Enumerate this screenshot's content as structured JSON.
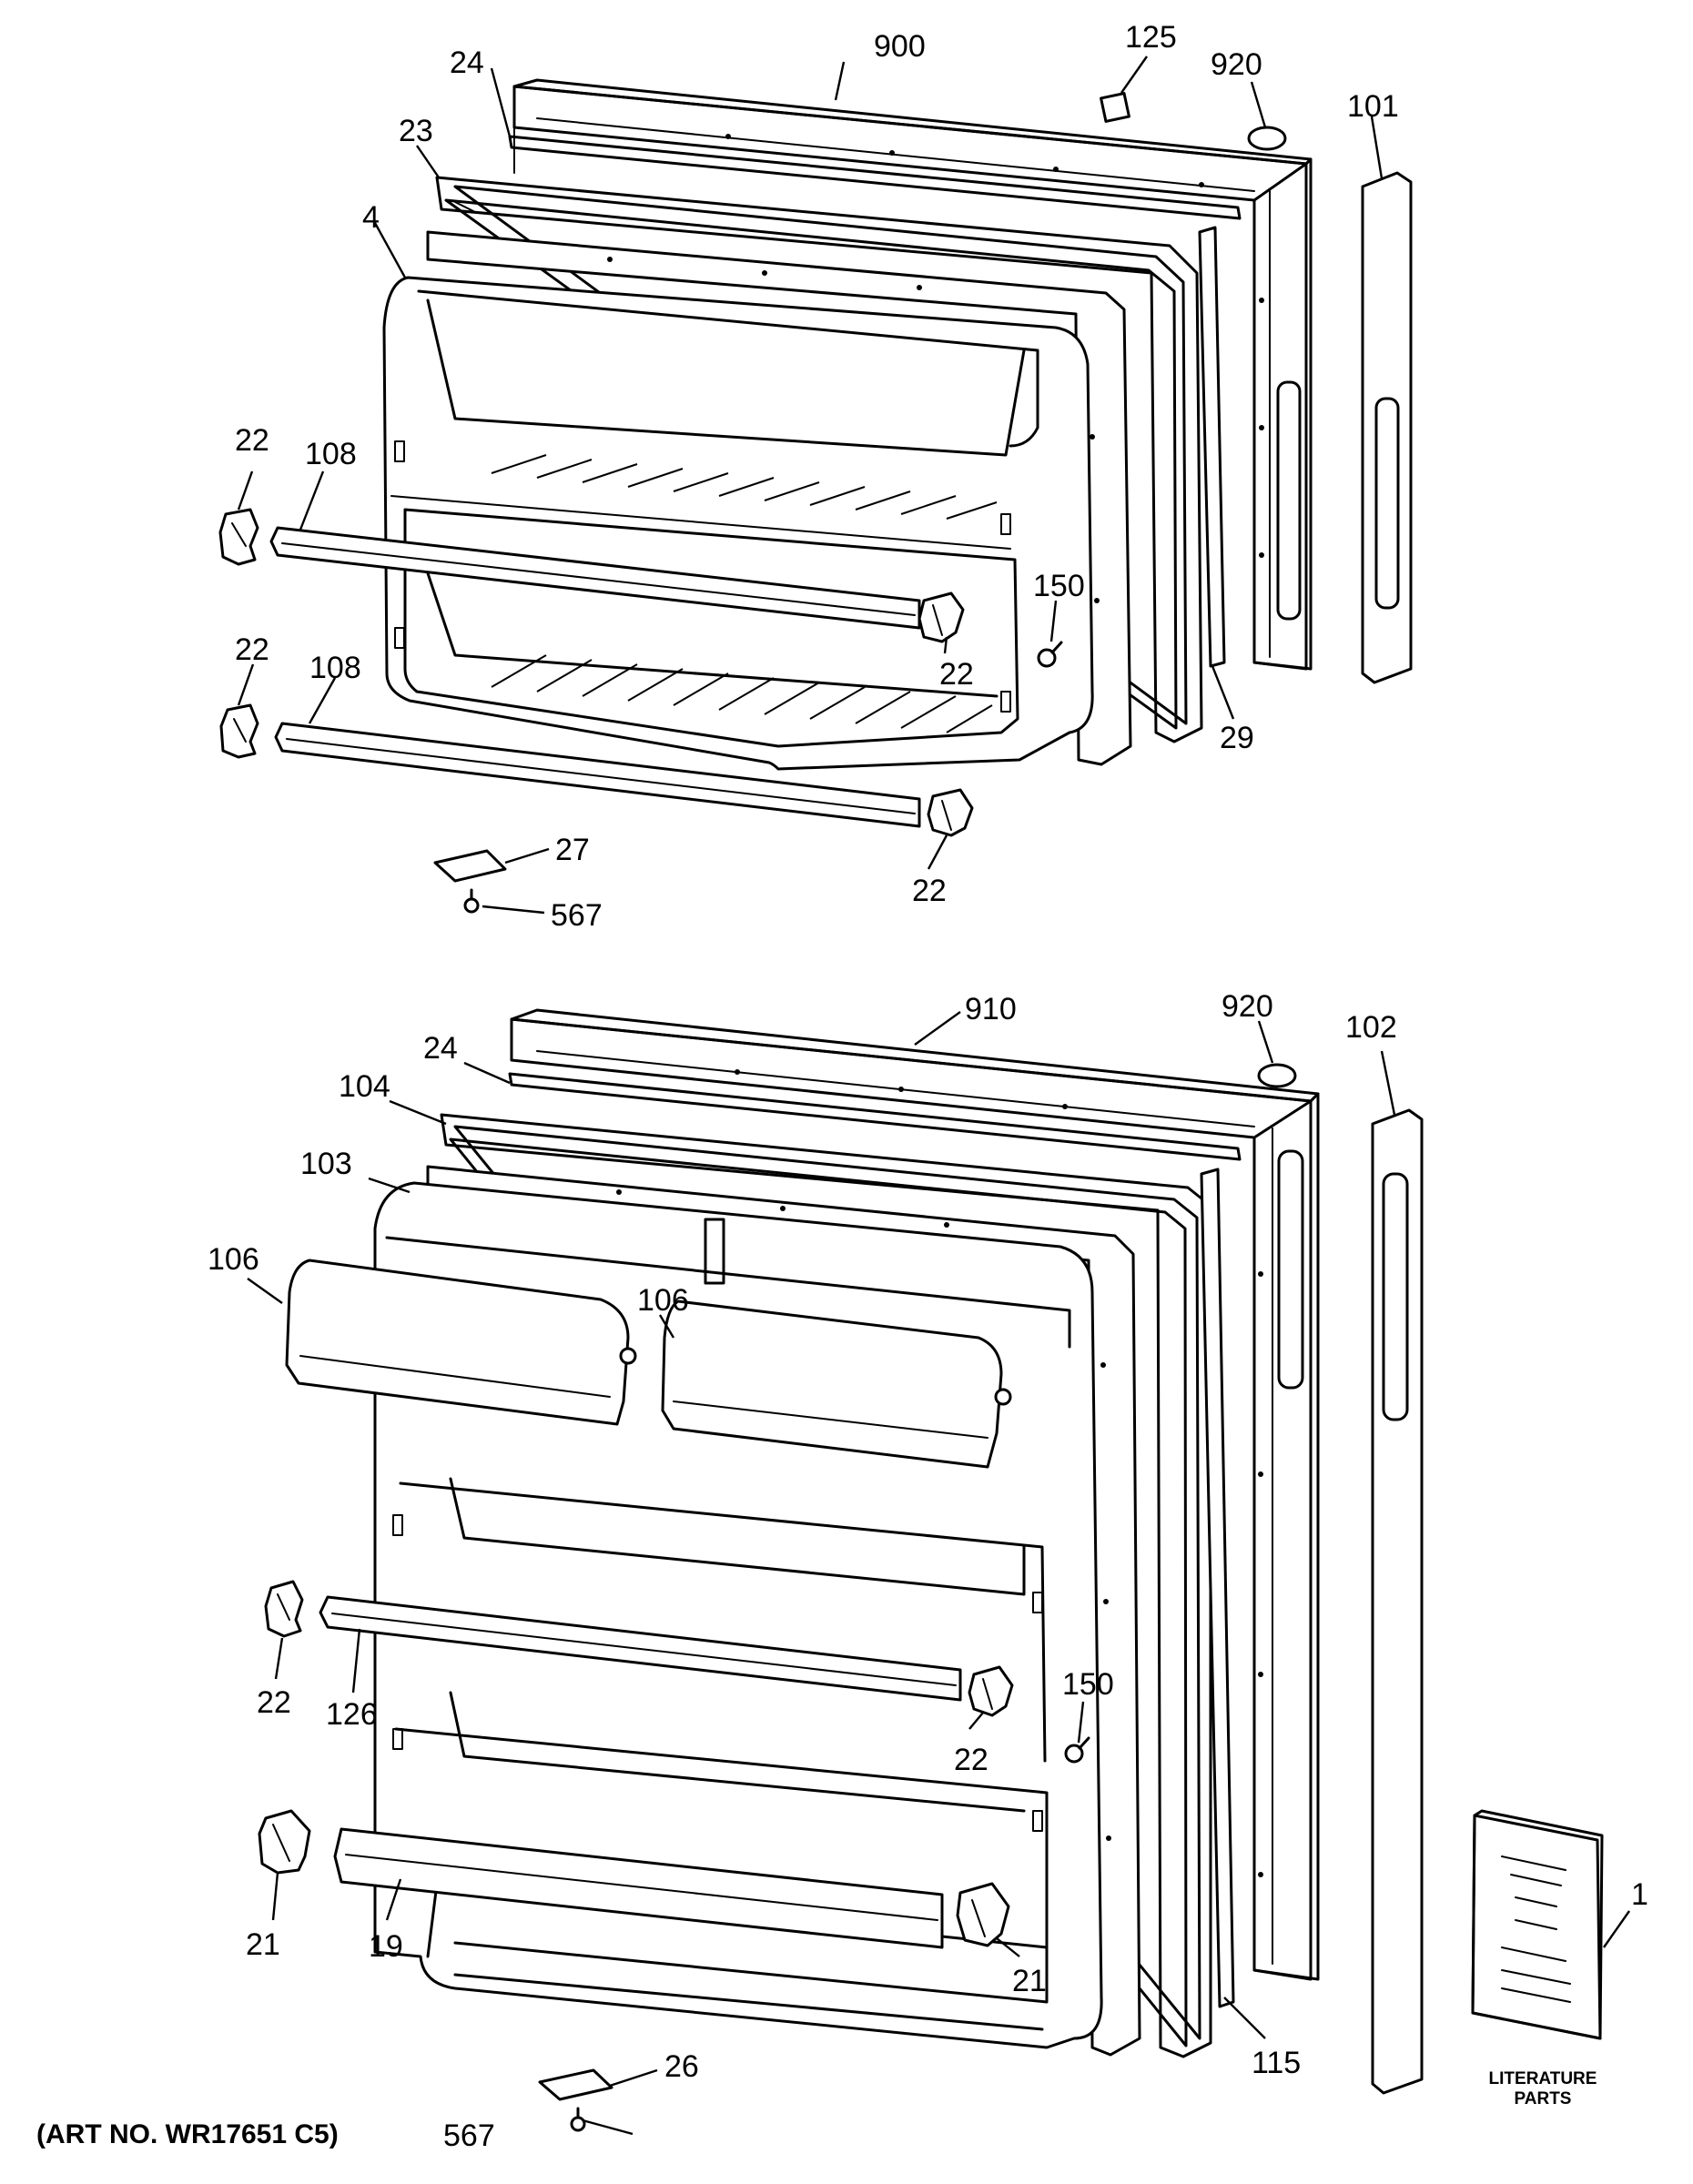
{
  "diagram": {
    "footer_label": "(ART NO. WR17651 C5)",
    "literature_label_line1": "LITERATURE",
    "literature_label_line2": "PARTS",
    "callouts": {
      "freezer": {
        "door_shell": "900",
        "trim_top": "24",
        "gasket": "23",
        "liner": "4",
        "plug": "125",
        "hinge_cap": "920",
        "handle": "101",
        "shelf_bar_upper": "108",
        "shelf_bar_lower": "108",
        "cap_upper_left": "22",
        "cap_upper_right": "22",
        "cap_lower_left": "22",
        "cap_lower_right": "22",
        "stop": "150",
        "trim_side": "29",
        "hinge_plate": "27",
        "screw": "567"
      },
      "fresh_food": {
        "door_shell": "910",
        "hinge_cap": "920",
        "handle": "102",
        "trim_top": "24",
        "gasket": "104",
        "liner": "103",
        "dairy_door_left": "106",
        "dairy_door_right": "106",
        "cap_upper_left": "22",
        "shelf_bar_upper": "126",
        "stop": "150",
        "cap_upper_right": "22",
        "cap_lower_left": "21",
        "shelf_bar_lower": "19",
        "cap_lower_right": "21",
        "literature": "1",
        "trim_side": "115",
        "hinge_plate": "26",
        "screw": "567"
      }
    }
  }
}
